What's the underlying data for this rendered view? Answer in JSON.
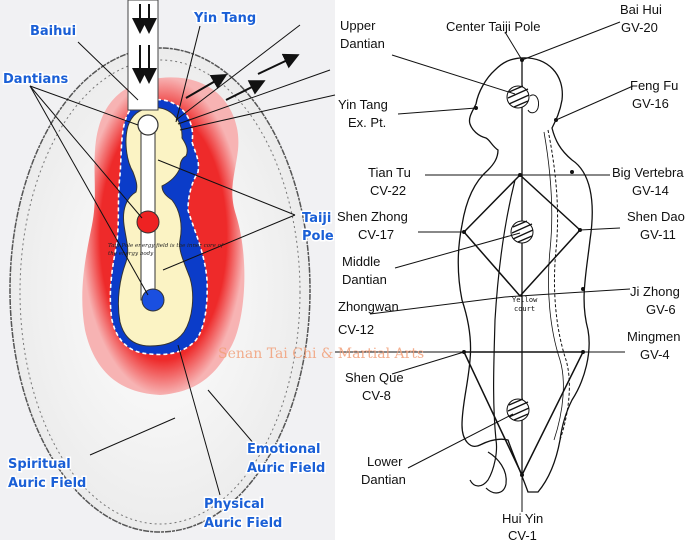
{
  "colors": {
    "label_blue": "#1a5fd6",
    "red_field": "#ee2a2a",
    "blue_field": "#0b3cc9",
    "yellow_body": "#fbf3c4",
    "watermark": "#f2a07a"
  },
  "left_panel": {
    "labels": {
      "baihui": "Baihui",
      "yin_tang": "Yin Tang",
      "dantians": "Dantians",
      "taiji_pole_1": "Taiji",
      "taiji_pole_2": "Pole",
      "spiritual_1": "Spiritual",
      "spiritual_2": "Auric Field",
      "emotional_1": "Emotional",
      "emotional_2": "Auric Field",
      "physical_1": "Physical",
      "physical_2": "Auric Field"
    },
    "note_1": "Taiji Pole energy field is the inner core of",
    "note_2": "the energy body"
  },
  "watermark": "Senan Tai Chi & Martial Arts",
  "right_panel": {
    "labels": {
      "upper_dantian_1": "Upper",
      "upper_dantian_2": "Dantian",
      "center_taiji_pole": "Center Taiji Pole",
      "bai_hui_1": "Bai Hui",
      "bai_hui_2": "GV-20",
      "yin_tang_1": "Yin Tang",
      "yin_tang_2": "Ex. Pt.",
      "feng_fu_1": "Feng Fu",
      "feng_fu_2": "GV-16",
      "tian_tu_1": "Tian Tu",
      "tian_tu_2": "CV-22",
      "big_vertebra_1": "Big Vertebra",
      "big_vertebra_2": "GV-14",
      "shen_zhong_1": "Shen Zhong",
      "shen_zhong_2": "CV-17",
      "shen_dao_1": "Shen Dao",
      "shen_dao_2": "GV-11",
      "middle_dantian_1": "Middle",
      "middle_dantian_2": "Dantian",
      "ji_zhong_1": "Ji Zhong",
      "ji_zhong_2": "GV-6",
      "zhongwan_1": "Zhongwan",
      "zhongwan_2": "CV-12",
      "mingmen_1": "Mingmen",
      "mingmen_2": "GV-4",
      "shen_que_1": "Shen Que",
      "shen_que_2": "CV-8",
      "lower_dantian_1": "Lower",
      "lower_dantian_2": "Dantian",
      "hui_yin_1": "Hui Yin",
      "hui_yin_2": "CV-1",
      "yellow_court_1": "Yellow",
      "yellow_court_2": "court"
    }
  }
}
